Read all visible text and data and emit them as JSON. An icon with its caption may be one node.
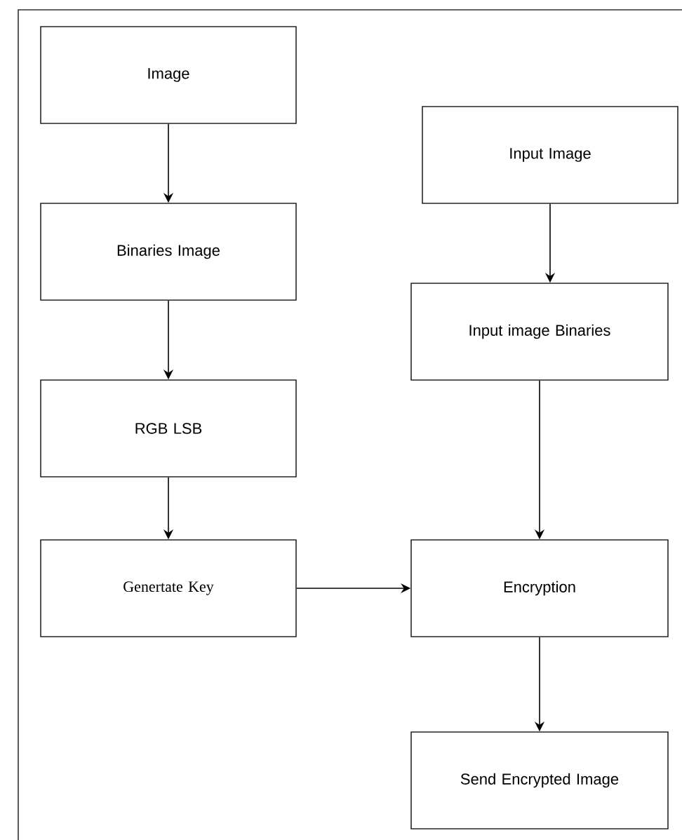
{
  "diagram": {
    "nodes": [
      {
        "text": [
          "Image"
        ]
      },
      {
        "text": [
          "Binaries Image"
        ]
      },
      {
        "text": [
          "RGB LSB"
        ]
      },
      {
        "text": [
          "Genertate Key"
        ]
      },
      {
        "text": [
          "Input Image"
        ]
      },
      {
        "text": [
          "Input image Binaries"
        ]
      },
      {
        "text": [
          "Encryption"
        ]
      },
      {
        "text": [
          "Send Encrypted Image"
        ]
      }
    ],
    "edges": [
      {
        "from": 0,
        "to": 1,
        "arrow": "to"
      },
      {
        "from": 1,
        "to": 2,
        "arrow": "to"
      },
      {
        "from": 2,
        "to": 3,
        "arrow": "to"
      },
      {
        "from": 3,
        "to": 6,
        "arrow": "to"
      },
      {
        "from": 4,
        "to": 5,
        "arrow": "to"
      },
      {
        "from": 5,
        "to": 6,
        "arrow": "to"
      },
      {
        "from": 6,
        "to": 7,
        "arrow": "to"
      }
    ]
  }
}
